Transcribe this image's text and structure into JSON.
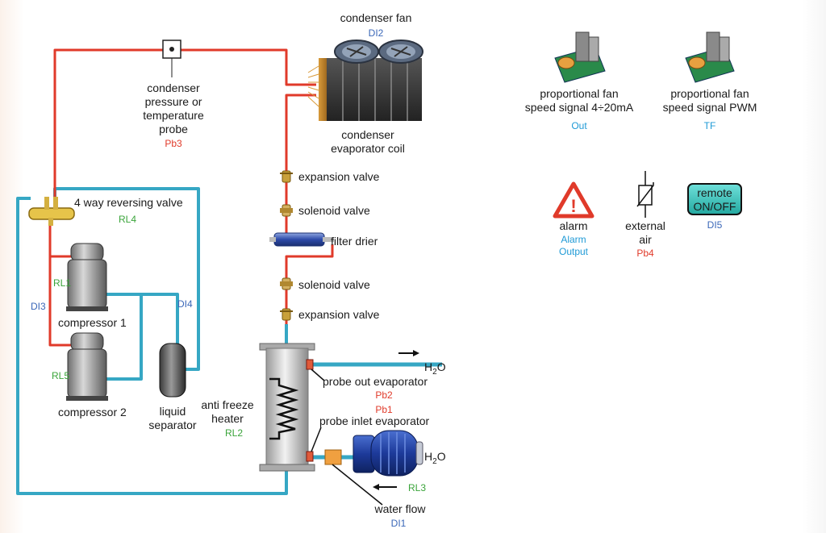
{
  "labels": {
    "condenser_fan": "condenser fan",
    "condenser_probe_1": "condenser",
    "condenser_probe_2": "pressure or",
    "condenser_probe_3": "temperature",
    "condenser_probe_4": "probe",
    "coil_1": "condenser",
    "coil_2": "evaporator coil",
    "expansion_valve": "expansion valve",
    "solenoid_valve": "solenoid valve",
    "filter_drier": "filter drier",
    "reversing_valve": "4 way reversing valve",
    "compressor_1": "compressor 1",
    "compressor_2": "compressor 2",
    "liquid_1": "liquid",
    "liquid_2": "separator",
    "heater_1": "anti freeze",
    "heater_2": "heater",
    "probe_out": "probe out evaporator",
    "probe_inlet": "probe inlet evaporator",
    "water_flow": "water flow",
    "h2o_h": "H",
    "h2o_sub": "2",
    "h2o_o": "O",
    "prop_420_1": "proportional fan",
    "prop_420_2": "speed signal 4÷20mA",
    "prop_pwm_1": "proportional fan",
    "prop_pwm_2": "speed signal PWM",
    "alarm": "alarm",
    "external_1": "external",
    "external_2": "air",
    "remote_1": "remote",
    "remote_2": "ON/OFF",
    "alarm_glyph": "!"
  },
  "codes": {
    "di2": "DI2",
    "pb3": "Pb3",
    "rl4": "RL4",
    "rl1": "RL1",
    "di3": "DI3",
    "di4": "DI4",
    "rl5": "RL5",
    "rl2": "RL2",
    "pb2": "Pb2",
    "pb1": "Pb1",
    "rl3": "RL3",
    "di1": "DI1",
    "out": "Out",
    "tf": "TF",
    "alarm_output_1": "Alarm",
    "alarm_output_2": "Output",
    "pb4": "Pb4",
    "di5": "DI5"
  },
  "colors": {
    "refrigerant_pipe": "#e03a2a",
    "water_pipe": "#36a7c4",
    "digital_input": "#3a67b8",
    "output": "#1f9ad6",
    "probe": "#e03a2a",
    "relay": "#3aa43a",
    "remote_button": "#3cc0b8"
  }
}
